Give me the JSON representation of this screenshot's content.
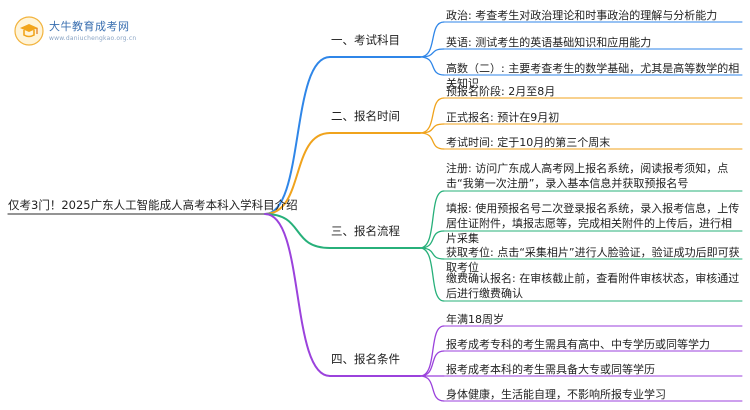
{
  "logo": {
    "name": "大牛教育成考网",
    "url": "www.daniuchengkao.org.cn",
    "icon": "graduation-book-icon"
  },
  "root": {
    "title": "仅考3门！2025广东人工智能成人高考本科入学科目介绍"
  },
  "colors": {
    "branch1": "#2f86e8",
    "branch2": "#f0a31c",
    "branch3": "#27b07a",
    "branch4": "#9b42dc"
  },
  "branches": [
    {
      "label": "一、考试科目",
      "leaves": [
        "政治: 考查考生对政治理论和时事政治的理解与分析能力",
        "英语: 测试考生的英语基础知识和应用能力",
        "高数（二）: 主要考查考生的数学基础，尤其是高等数学的相关知识"
      ]
    },
    {
      "label": "二、报名时间",
      "leaves": [
        "预报名阶段: 2月至8月",
        "正式报名: 预计在9月初",
        "考试时间: 定于10月的第三个周末"
      ]
    },
    {
      "label": "三、报名流程",
      "leaves": [
        "注册: 访问广东成人高考网上报名系统，阅读报考须知，点击“我第一次注册”，录入基本信息并获取预报名号",
        "填报: 使用预报名号二次登录报名系统，录入报考信息，上传居住证附件，填报志愿等，完成相关附件的上传后，进行相片采集",
        "获取考位: 点击“采集相片”进行人脸验证，验证成功后即可获取考位",
        "缴费确认报名: 在审核截止前，查看附件审核状态，审核通过后进行缴费确认"
      ]
    },
    {
      "label": "四、报名条件",
      "leaves": [
        "年满18周岁",
        "报考成考专科的考生需具有高中、中专学历或同等学力",
        "报考成考本科的考生需具备大专或同等学历",
        "身体健康，生活能自理，不影响所报专业学习"
      ]
    }
  ]
}
